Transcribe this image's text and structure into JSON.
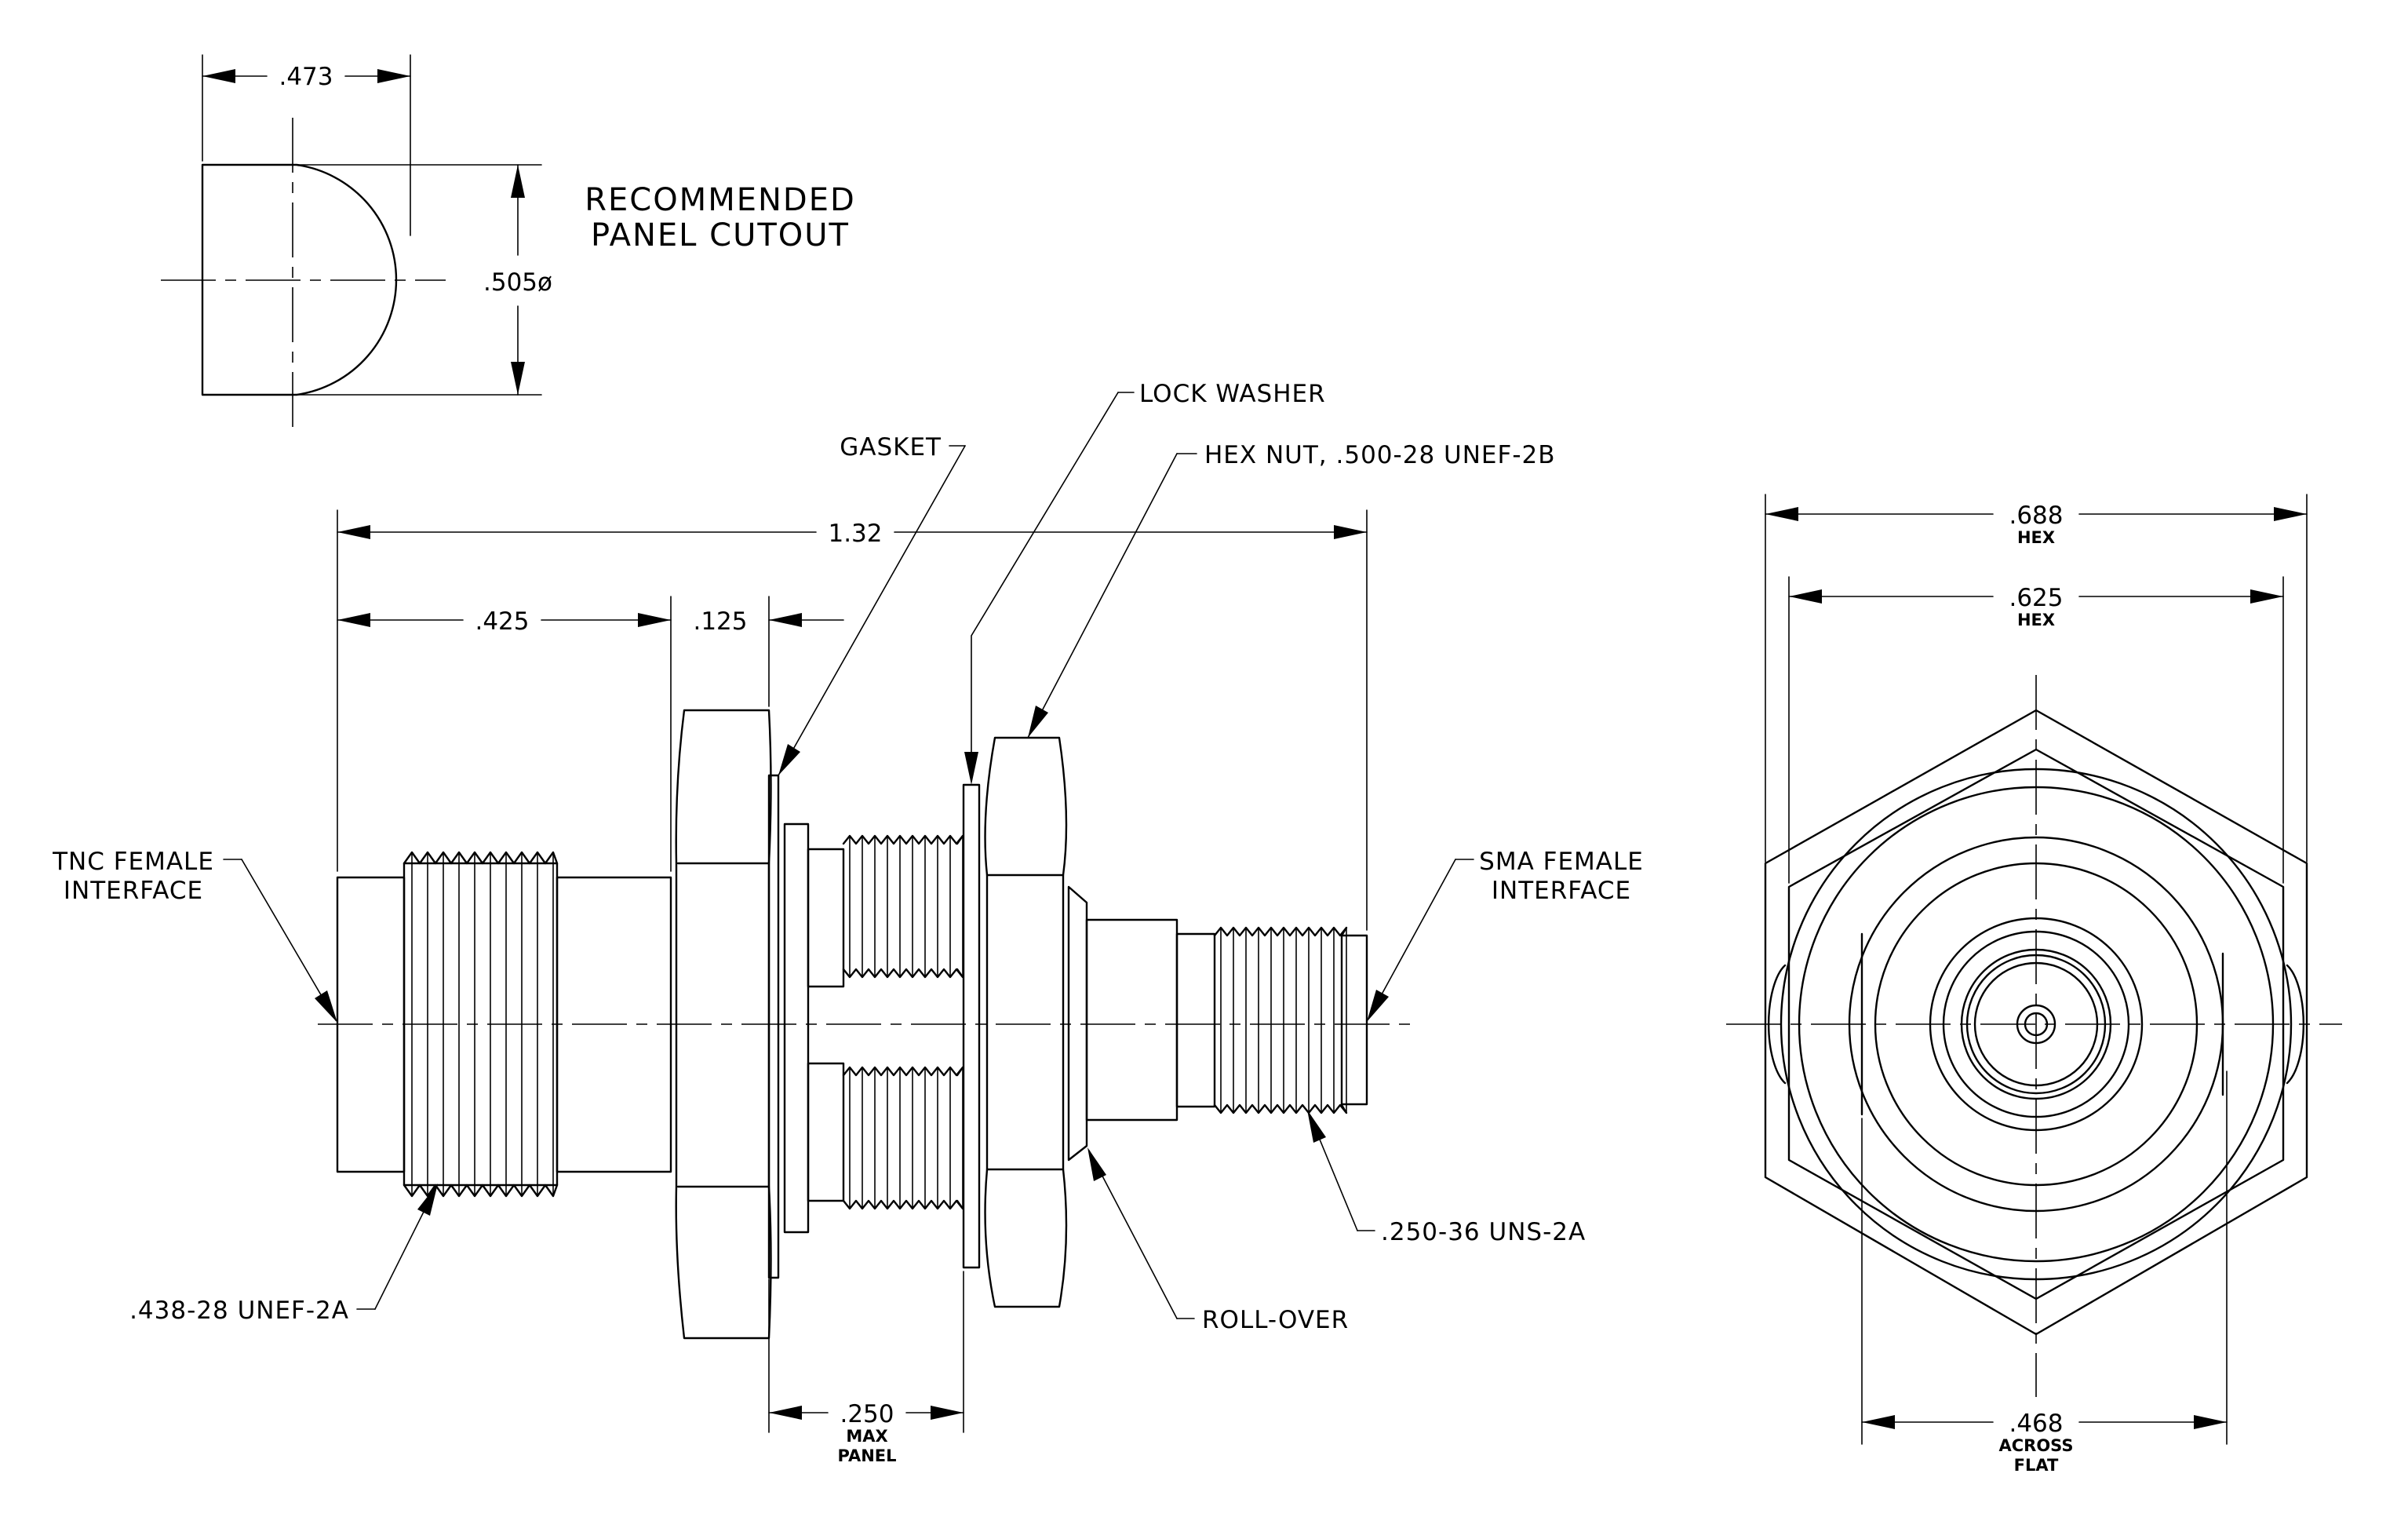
{
  "cutout": {
    "title_line1": "RECOMMENDED",
    "title_line2": "PANEL CUTOUT",
    "width_dim": ".473",
    "dia_dim": ".505ø"
  },
  "side_view": {
    "overall_length": "1.32",
    "tnc_length": ".425",
    "hex_width": ".125",
    "max_panel": ".250",
    "max_panel_sub1": "MAX",
    "max_panel_sub2": "PANEL"
  },
  "callouts": {
    "gasket": "GASKET",
    "lock_washer": "LOCK WASHER",
    "hex_nut": "HEX NUT, .500-28 UNEF-2B",
    "tnc_line1": "TNC FEMALE",
    "tnc_line2": "INTERFACE",
    "sma_line1": "SMA FEMALE",
    "sma_line2": "INTERFACE",
    "tnc_thread": ".438-28 UNEF-2A",
    "sma_thread": ".250-36 UNS-2A",
    "roll_over": "ROLL-OVER"
  },
  "end_view": {
    "hex_688": ".688",
    "hex_688_sub": "HEX",
    "hex_625": ".625",
    "hex_625_sub": "HEX",
    "across_flat": ".468",
    "across_flat_sub1": "ACROSS",
    "across_flat_sub2": "FLAT"
  }
}
